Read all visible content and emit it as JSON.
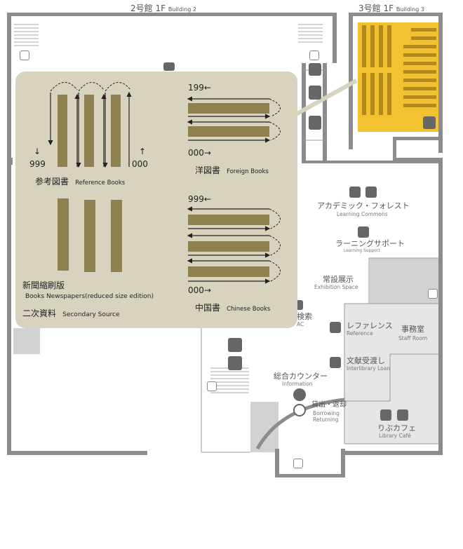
{
  "header": {
    "building2": "2号館  1F",
    "building2_en": "Building 2",
    "building3": "3号館  1F",
    "building3_en": "Building 3"
  },
  "areas": {
    "learning_commons": "アカデミック・フォレスト",
    "learning_commons_en": "Learning Commons",
    "learning_support": "ラーニングサポート",
    "learning_support_en": "Learning Support",
    "exhibition": "常設展示",
    "exhibition_en": "Exhibition Space",
    "opac": "検索",
    "opac_en": "AC",
    "reference": "レファレンス",
    "reference_en": "Reference",
    "staff_room": "事務室",
    "staff_room_en": "Staff Room",
    "ill": "文献受渡し",
    "ill_en": "Interlibrary Loan",
    "information": "総合カウンター",
    "information_en": "Information",
    "borrowing": "貸出・返却",
    "borrowing_en1": "Borrowing",
    "borrowing_en2": "Returning",
    "cafe": "りぶカフェ",
    "cafe_en": "Library Café"
  },
  "callout": {
    "reference_books": "参考図書",
    "reference_books_en": "Reference Books",
    "ref_num_left_arrow": "↓",
    "ref_num_left": "999",
    "ref_num_right_arrow": "↑",
    "ref_num_right": "000",
    "foreign_top": "199←",
    "foreign_bottom": "000→",
    "foreign_books": "洋図書",
    "foreign_books_en": "Foreign Books",
    "chinese_top": "999←",
    "chinese_bottom": "000→",
    "chinese_books": "中国書",
    "chinese_books_en": "Chinese Books",
    "newspapers": "新聞縮刷版",
    "newspapers_en": "Books Newspapers(reduced size edition)",
    "secondary": "二次資料",
    "secondary_en": "Secondary Source"
  },
  "colors": {
    "wall": "#8c8c8c",
    "callout_bg": "#d7d3bf",
    "shelf": "#8d8150",
    "highlight": "#f2c230",
    "highlight_shelf": "#b28a1e",
    "light_gray_area": "#e6e6e6",
    "mid_gray_area": "#d2d2d2",
    "icon": "#666666"
  }
}
